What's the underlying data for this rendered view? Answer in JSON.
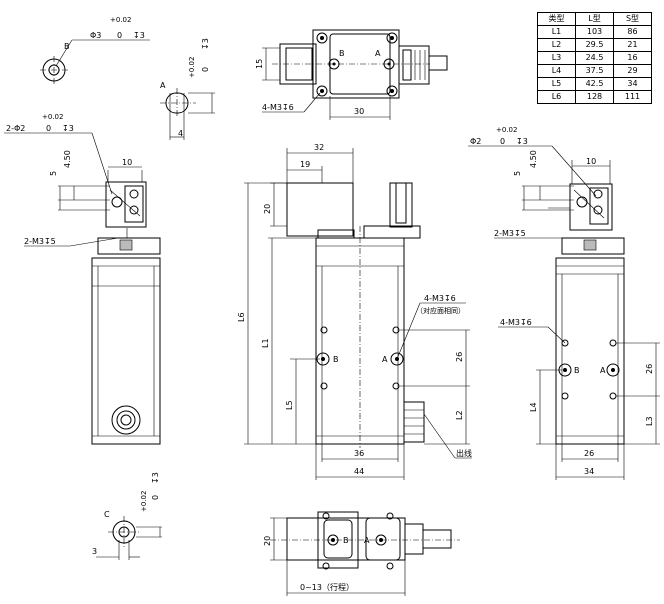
{
  "table": {
    "headers": [
      "类型",
      "L型",
      "S型"
    ],
    "rows": [
      [
        "L1",
        "103",
        "86"
      ],
      [
        "L2",
        "29.5",
        "21"
      ],
      [
        "L3",
        "24.5",
        "16"
      ],
      [
        "L4",
        "37.5",
        "29"
      ],
      [
        "L5",
        "42.5",
        "34"
      ],
      [
        "L6",
        "128",
        "111"
      ]
    ]
  },
  "dims": {
    "d15": "15",
    "d30": "30",
    "d32": "32",
    "d19": "19",
    "d20a": "20",
    "d10a": "10",
    "d10b": "10",
    "d5a": "5",
    "d5b": "5",
    "d450a": "4.50",
    "d450b": "4.50",
    "d4": "4",
    "d3": "3",
    "d26a": "26",
    "d26b": "26",
    "d26c": "26",
    "d36": "36",
    "d44": "44",
    "d34": "34",
    "d20b": "20",
    "L1": "L1",
    "L2": "L2",
    "L3": "L3",
    "L4": "L4",
    "L5": "L5",
    "L6": "L6"
  },
  "tolerances": {
    "tol_b": "+0.02",
    "tol_b0": "0",
    "tol_a": "+0.02",
    "tol_a0": "0",
    "tol_left": "+0.02",
    "tol_left0": "0",
    "tol_right": "+0.02",
    "tol_right0": "0",
    "tol_c": "+0.02",
    "tol_c0": "0"
  },
  "callouts": {
    "phi3_b": "Φ3",
    "depth3_b": "↧3",
    "left_holes": "2-Φ2",
    "left_depth": "↧3",
    "left_m3": "2-M3↧5",
    "right_hole": "Φ2",
    "right_depth": "↧3",
    "right_m3": "2-M3↧5",
    "top_m3": "4-M3↧6",
    "center_m3": "4-M3↧6",
    "center_note": "（对应面相同）",
    "right_m3_body": "4-M3↧6",
    "c_depth": "↧3",
    "a_depth": "↧3",
    "outlet": "出线",
    "stroke": "0~13（行程）"
  },
  "labels": {
    "A1": "A",
    "B1": "B",
    "A2": "A",
    "B2": "B",
    "A3": "A",
    "B3": "B",
    "A4": "A",
    "B4": "B",
    "Cc": "C",
    "A5": "A",
    "B5": "B"
  }
}
